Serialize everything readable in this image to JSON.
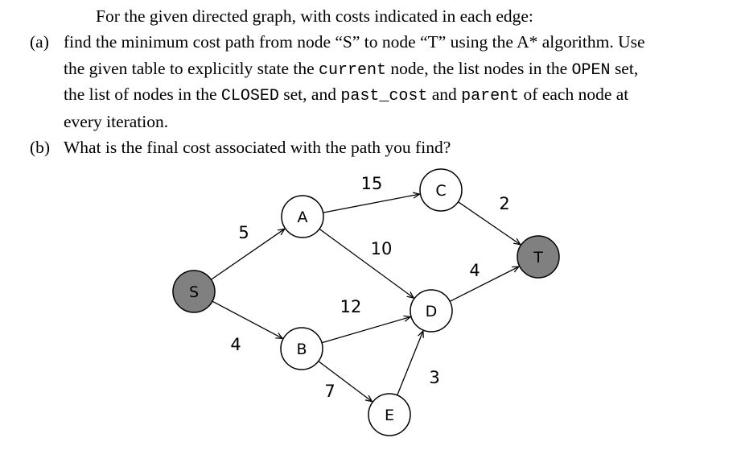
{
  "question": {
    "intro": "For the given directed graph, with costs indicated in each edge:",
    "part_a": {
      "marker": "(a)",
      "l1": "find the minimum cost path from node “S” to node “T” using the A* algorithm. Use",
      "l2_a": "the given table to explicitly state the ",
      "l2_code1": "current",
      "l2_b": " node, the list nodes in the ",
      "l2_code2": "OPEN",
      "l2_c": " set,",
      "l3_a": "the list of nodes in the ",
      "l3_code1": "CLOSED",
      "l3_b": " set, and ",
      "l3_code2": "past_cost",
      "l3_c": " and ",
      "l3_code3": "parent",
      "l3_d": " of each node at",
      "l4": "every iteration."
    },
    "part_b": {
      "marker": "(b)",
      "text": "What is the final cost associated with the path you find?"
    }
  },
  "graph": {
    "colors": {
      "shaded_node": "#808080",
      "plain_node": "#ffffff",
      "stroke": "#000000"
    },
    "nodes": [
      {
        "id": "S",
        "label": "S",
        "shaded": true
      },
      {
        "id": "A",
        "label": "A",
        "shaded": false
      },
      {
        "id": "B",
        "label": "B",
        "shaded": false
      },
      {
        "id": "C",
        "label": "C",
        "shaded": false
      },
      {
        "id": "D",
        "label": "D",
        "shaded": false
      },
      {
        "id": "E",
        "label": "E",
        "shaded": false
      },
      {
        "id": "T",
        "label": "T",
        "shaded": true
      }
    ],
    "edges": [
      {
        "from": "S",
        "to": "A",
        "cost": "5"
      },
      {
        "from": "S",
        "to": "B",
        "cost": "4"
      },
      {
        "from": "A",
        "to": "C",
        "cost": "15"
      },
      {
        "from": "A",
        "to": "D",
        "cost": "10"
      },
      {
        "from": "B",
        "to": "D",
        "cost": "12"
      },
      {
        "from": "B",
        "to": "E",
        "cost": "7"
      },
      {
        "from": "E",
        "to": "D",
        "cost": "3"
      },
      {
        "from": "C",
        "to": "T",
        "cost": "2"
      },
      {
        "from": "D",
        "to": "T",
        "cost": "4"
      }
    ]
  }
}
